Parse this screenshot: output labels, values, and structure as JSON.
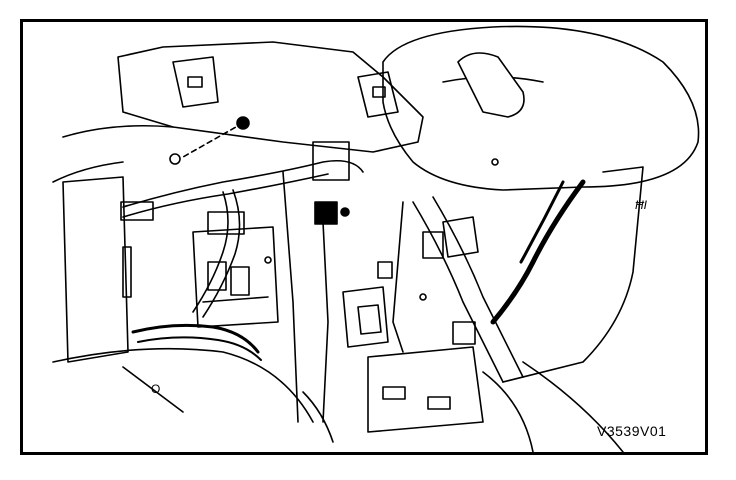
{
  "figure": {
    "code": "V3539V01",
    "marks": {
      "left_circle": "O",
      "right_small": "ĦI"
    }
  },
  "colors": {
    "ink": "#000000",
    "paper": "#ffffff",
    "shade": "#cfcfcf"
  }
}
